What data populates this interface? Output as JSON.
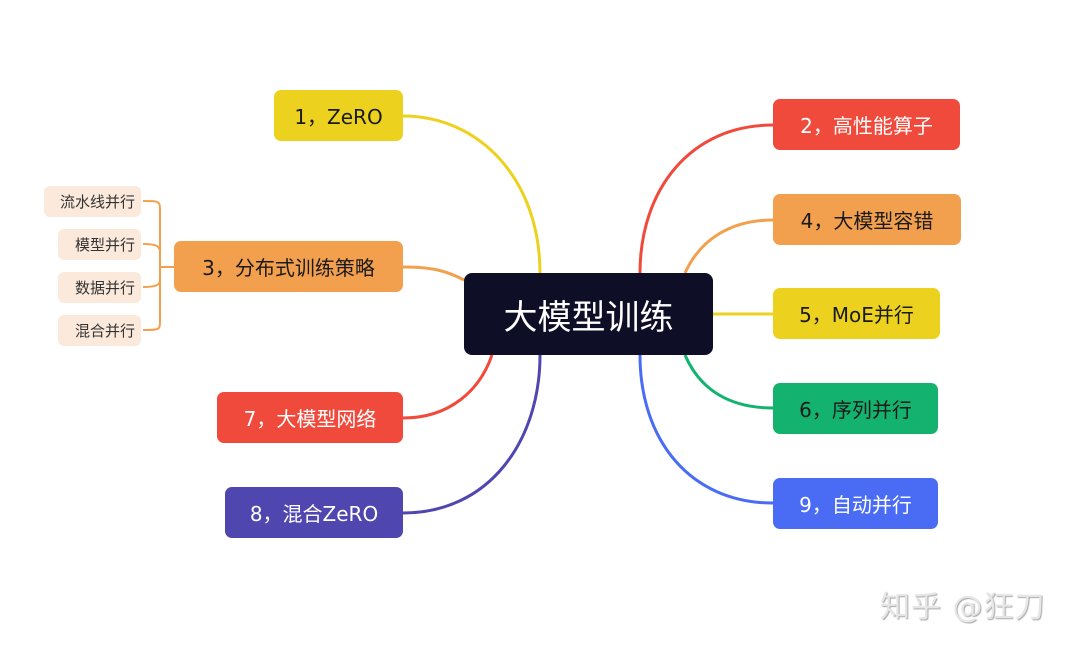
{
  "center": {
    "label": "大模型训练",
    "color": "#0e0e27"
  },
  "left_nodes": [
    {
      "label": "1，ZeRO",
      "color": "#ecd21f",
      "text": "#1a1a1a"
    },
    {
      "label": "3，分布式训练策略",
      "color": "#f3a04e",
      "text": "#1a1a1a"
    },
    {
      "label": "7，大模型网络",
      "color": "#f04a3c",
      "text": "#ffffff"
    },
    {
      "label": "8，混合ZeRO",
      "color": "#5046b0",
      "text": "#ffffff"
    }
  ],
  "right_nodes": [
    {
      "label": "2，高性能算子",
      "color": "#f04a3c",
      "text": "#ffffff"
    },
    {
      "label": "4，大模型容错",
      "color": "#f3a04e",
      "text": "#1a1a1a"
    },
    {
      "label": "5，MoE并行",
      "color": "#ecd21f",
      "text": "#1a1a1a"
    },
    {
      "label": "6，序列并行",
      "color": "#13b36f",
      "text": "#1a1a1a"
    },
    {
      "label": "9，自动并行",
      "color": "#4a6cf5",
      "text": "#ffffff"
    }
  ],
  "sub_nodes": [
    "流水线并行",
    "模型并行",
    "数据并行",
    "混合并行"
  ],
  "watermark": "知乎 @狂刀"
}
